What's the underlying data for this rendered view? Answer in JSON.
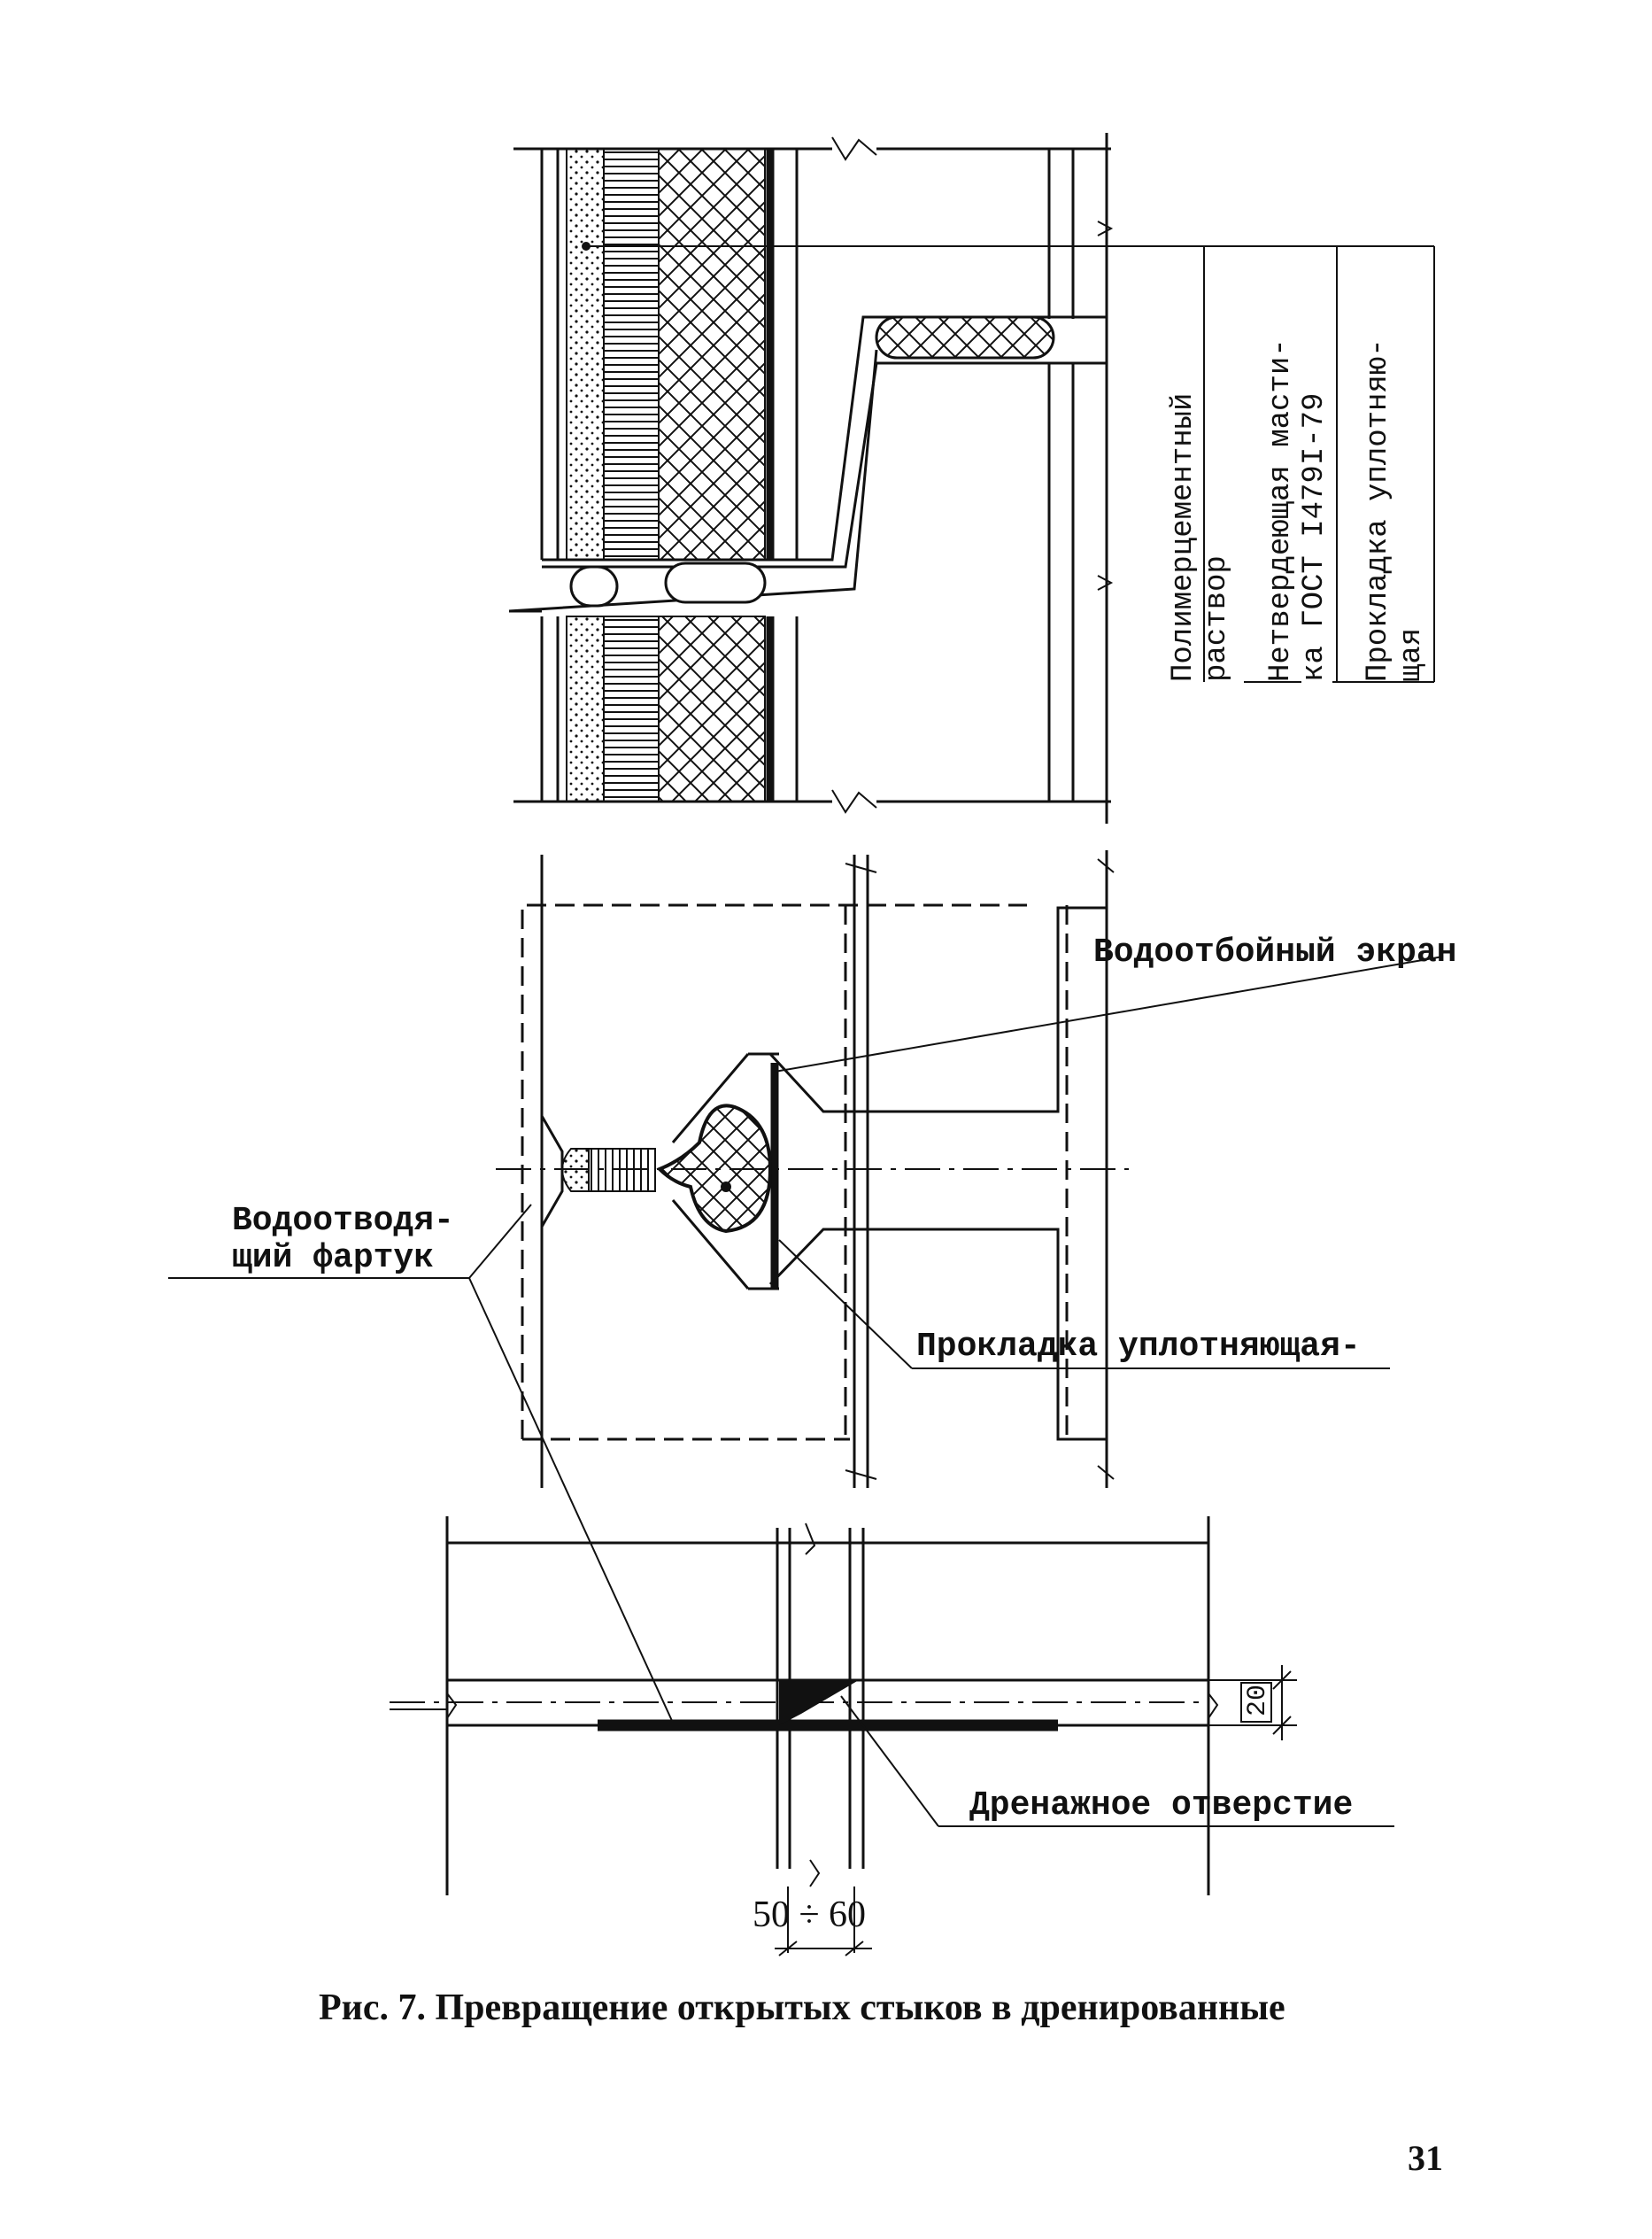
{
  "top_section": {
    "label_polymer": [
      "Полимерцементный",
      "раствор"
    ],
    "label_mastic": [
      "Нетвердеющая масти-",
      "ка ГОСТ I479I-79"
    ],
    "label_gasket": [
      "Прокладка уплотняю-",
      "щая"
    ]
  },
  "middle_section": {
    "label_screen": "Водоотбойный экран",
    "label_apron": [
      "Водоотводя-",
      "щий фартук"
    ],
    "label_gasket": "Прокладка уплотняющая-"
  },
  "bottom_section": {
    "label_drain": "Дренажное отверстие",
    "dim_height": "20",
    "dim_width": "50 ÷ 60"
  },
  "caption": "Рис. 7. Превращение открытых стыков в дренированные",
  "page_number": "31"
}
